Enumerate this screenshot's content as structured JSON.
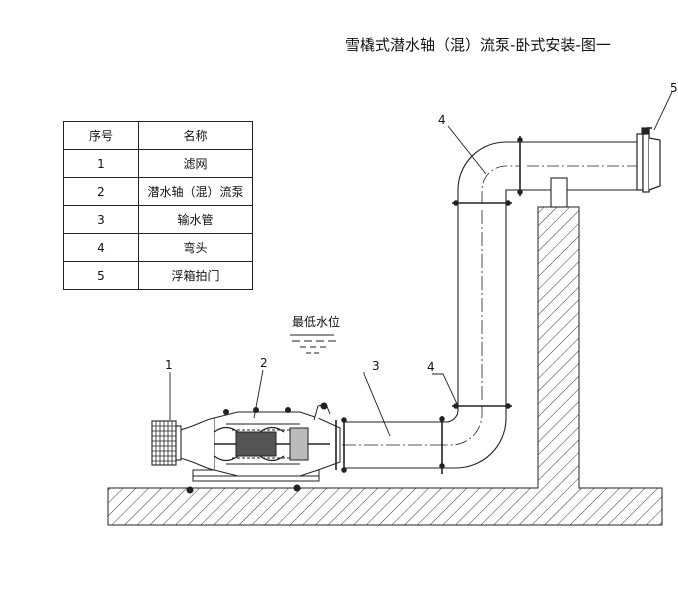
{
  "title": "雪橇式潜水轴（混）流泵-卧式安装-图一",
  "legend": {
    "headers": [
      "序号",
      "名称"
    ],
    "rows": [
      {
        "no": "1",
        "name": "滤网"
      },
      {
        "no": "2",
        "name": "潜水轴（混）流泵"
      },
      {
        "no": "3",
        "name": "输水管"
      },
      {
        "no": "4",
        "name": "弯头"
      },
      {
        "no": "5",
        "name": "浮箱拍门"
      }
    ]
  },
  "labels": {
    "water_level": "最低水位",
    "callout_1": "1",
    "callout_2": "2",
    "callout_3": "3",
    "callout_4_lower": "4",
    "callout_4_upper": "4",
    "callout_5": "5"
  },
  "colors": {
    "line": "#222222"
  }
}
